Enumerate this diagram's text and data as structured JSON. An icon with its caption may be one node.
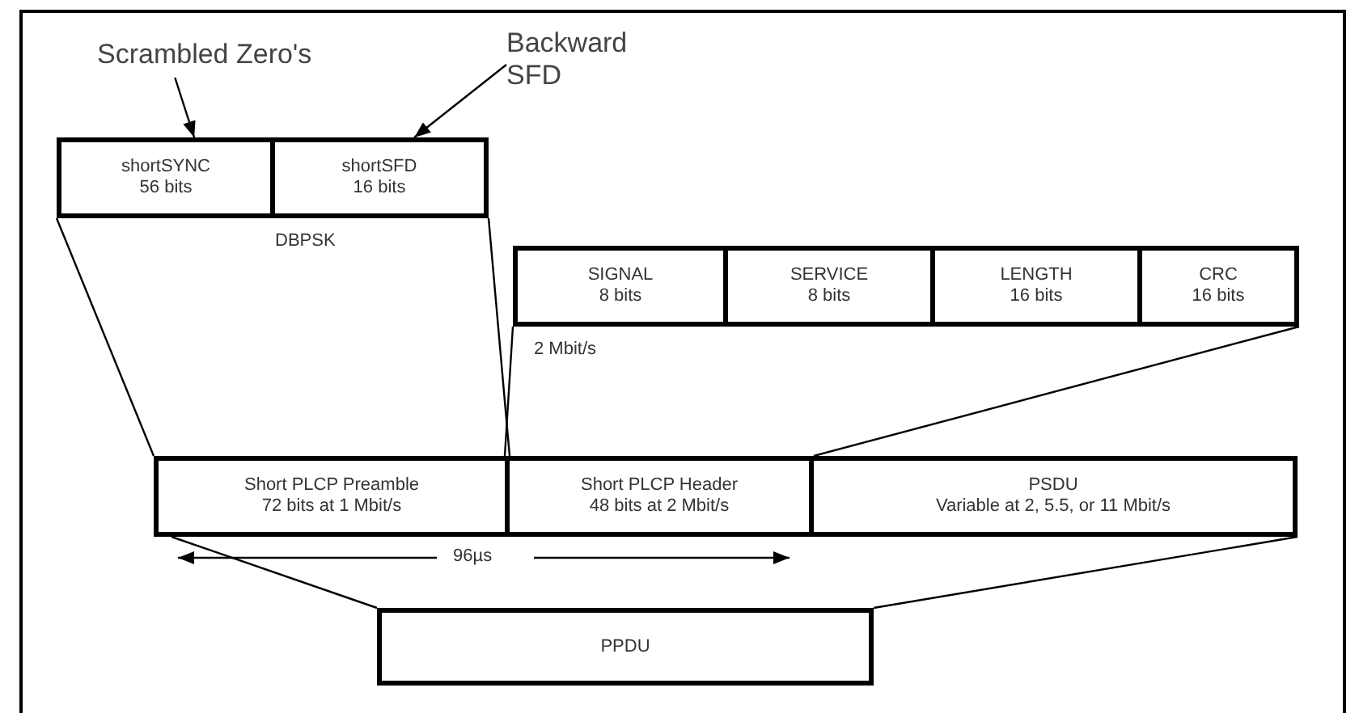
{
  "diagram": {
    "nodes": [
      {
        "text": [
          "shortSYNC",
          "56 bits"
        ]
      },
      {
        "text": [
          "shortSFD",
          "16 bits"
        ]
      },
      {
        "text": [
          "SIGNAL",
          "8 bits"
        ]
      },
      {
        "text": [
          "SERVICE",
          "8 bits"
        ]
      },
      {
        "text": [
          "LENGTH",
          "16 bits"
        ]
      },
      {
        "text": [
          "CRC",
          "16 bits"
        ]
      },
      {
        "text": [
          "Short PLCP Preamble",
          "72 bits at 1 Mbit/s"
        ]
      },
      {
        "text": [
          "Short PLCP Header",
          "48 bits at 2 Mbit/s"
        ]
      },
      {
        "text": [
          "PSDU",
          "Variable at 2, 5.5, or 11 Mbit/s"
        ]
      },
      {
        "text": [
          "PPDU"
        ]
      },
      {
        "text": [
          "Scrambled Zero's"
        ]
      },
      {
        "text": [
          "Backward SFD"
        ]
      }
    ],
    "edges": [
      {
        "from": 10,
        "to": 0,
        "arrow": "to"
      },
      {
        "from": 11,
        "to": 1,
        "arrow": "to"
      },
      {
        "from": 0,
        "to": 6,
        "arrow": "none"
      },
      {
        "from": 1,
        "to": 6,
        "arrow": "none"
      },
      {
        "from": 2,
        "to": 7,
        "arrow": "none"
      },
      {
        "from": 5,
        "to": 7,
        "arrow": "none"
      },
      {
        "from": 9,
        "to": 6,
        "arrow": "none"
      },
      {
        "from": 9,
        "to": 8,
        "arrow": "none"
      }
    ],
    "labels": [
      "DBPSK",
      "2 Mbit/s",
      "96µs"
    ]
  }
}
